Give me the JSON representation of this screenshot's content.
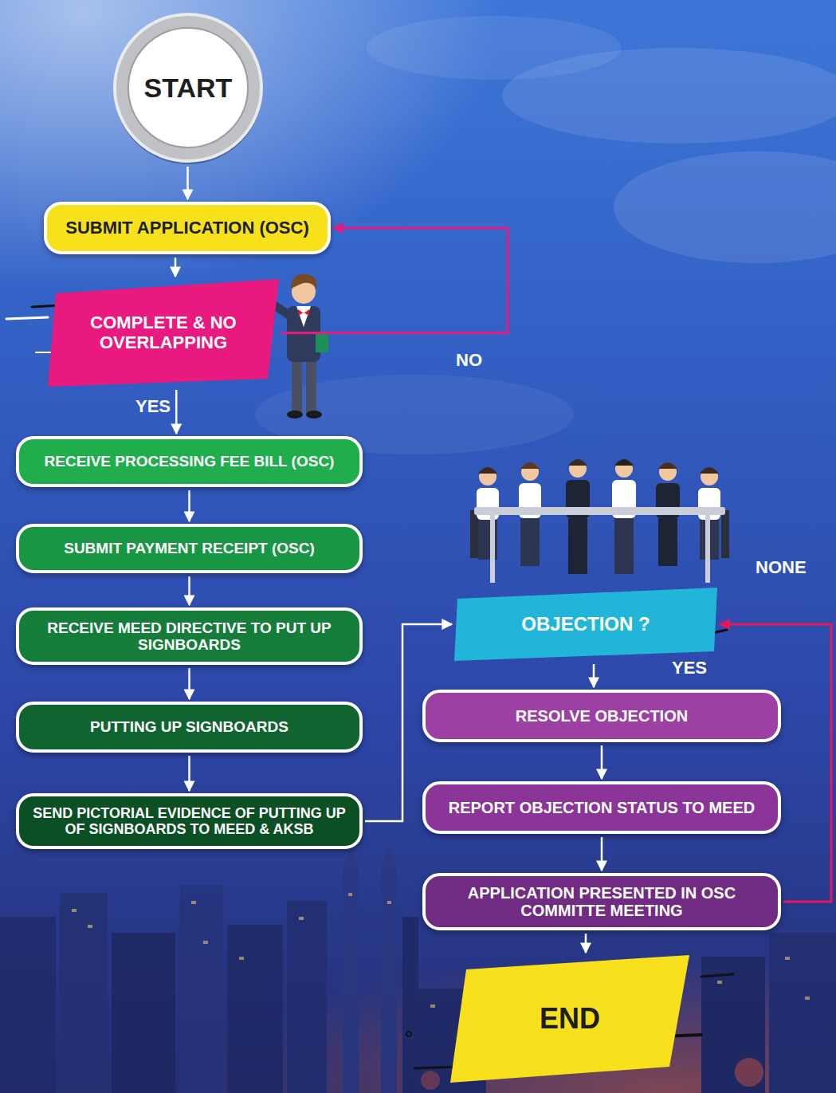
{
  "diagram": {
    "nodes": [
      {
        "text": [
          "START"
        ]
      },
      {
        "text": [
          "SUBMIT APPLICATION (OSC)"
        ]
      },
      {
        "text": [
          "COMPLETE & NO OVERLAPPING"
        ]
      },
      {
        "text": [
          "RECEIVE PROCESSING FEE BILL (OSC)"
        ]
      },
      {
        "text": [
          "SUBMIT PAYMENT RECEIPT (OSC)"
        ]
      },
      {
        "text": [
          "RECEIVE MEED DIRECTIVE TO PUT UP SIGNBOARDS"
        ]
      },
      {
        "text": [
          "PUTTING UP SIGNBOARDS"
        ]
      },
      {
        "text": [
          "SEND PICTORIAL EVIDENCE OF PUTTING UP OF SIGNBOARDS TO MEED & AKSB"
        ]
      },
      {
        "text": [
          "OBJECTION ?"
        ]
      },
      {
        "text": [
          "RESOLVE OBJECTION"
        ]
      },
      {
        "text": [
          "REPORT OBJECTION STATUS TO MEED"
        ]
      },
      {
        "text": [
          "APPLICATION PRESENTED IN OSC COMMITTE MEETING"
        ]
      },
      {
        "text": [
          "END"
        ]
      }
    ],
    "edges": [
      {
        "from": 0,
        "to": 1,
        "arrow": "to"
      },
      {
        "from": 1,
        "to": 2,
        "arrow": "to"
      },
      {
        "from": 2,
        "to": 1,
        "label": "NO",
        "arrow": "to"
      },
      {
        "from": 2,
        "to": 3,
        "label": "YES",
        "arrow": "to"
      },
      {
        "from": 3,
        "to": 4,
        "arrow": "to"
      },
      {
        "from": 4,
        "to": 5,
        "arrow": "to"
      },
      {
        "from": 5,
        "to": 6,
        "arrow": "to"
      },
      {
        "from": 6,
        "to": 7,
        "arrow": "to"
      },
      {
        "from": 7,
        "to": 8,
        "arrow": "to"
      },
      {
        "from": 8,
        "to": 9,
        "label": "YES",
        "arrow": "to"
      },
      {
        "from": 9,
        "to": 10,
        "arrow": "to"
      },
      {
        "from": 10,
        "to": 11,
        "arrow": "to"
      },
      {
        "from": 11,
        "to": 8,
        "label": "NONE",
        "arrow": "to"
      },
      {
        "from": 11,
        "to": 12,
        "arrow": "to"
      }
    ]
  }
}
